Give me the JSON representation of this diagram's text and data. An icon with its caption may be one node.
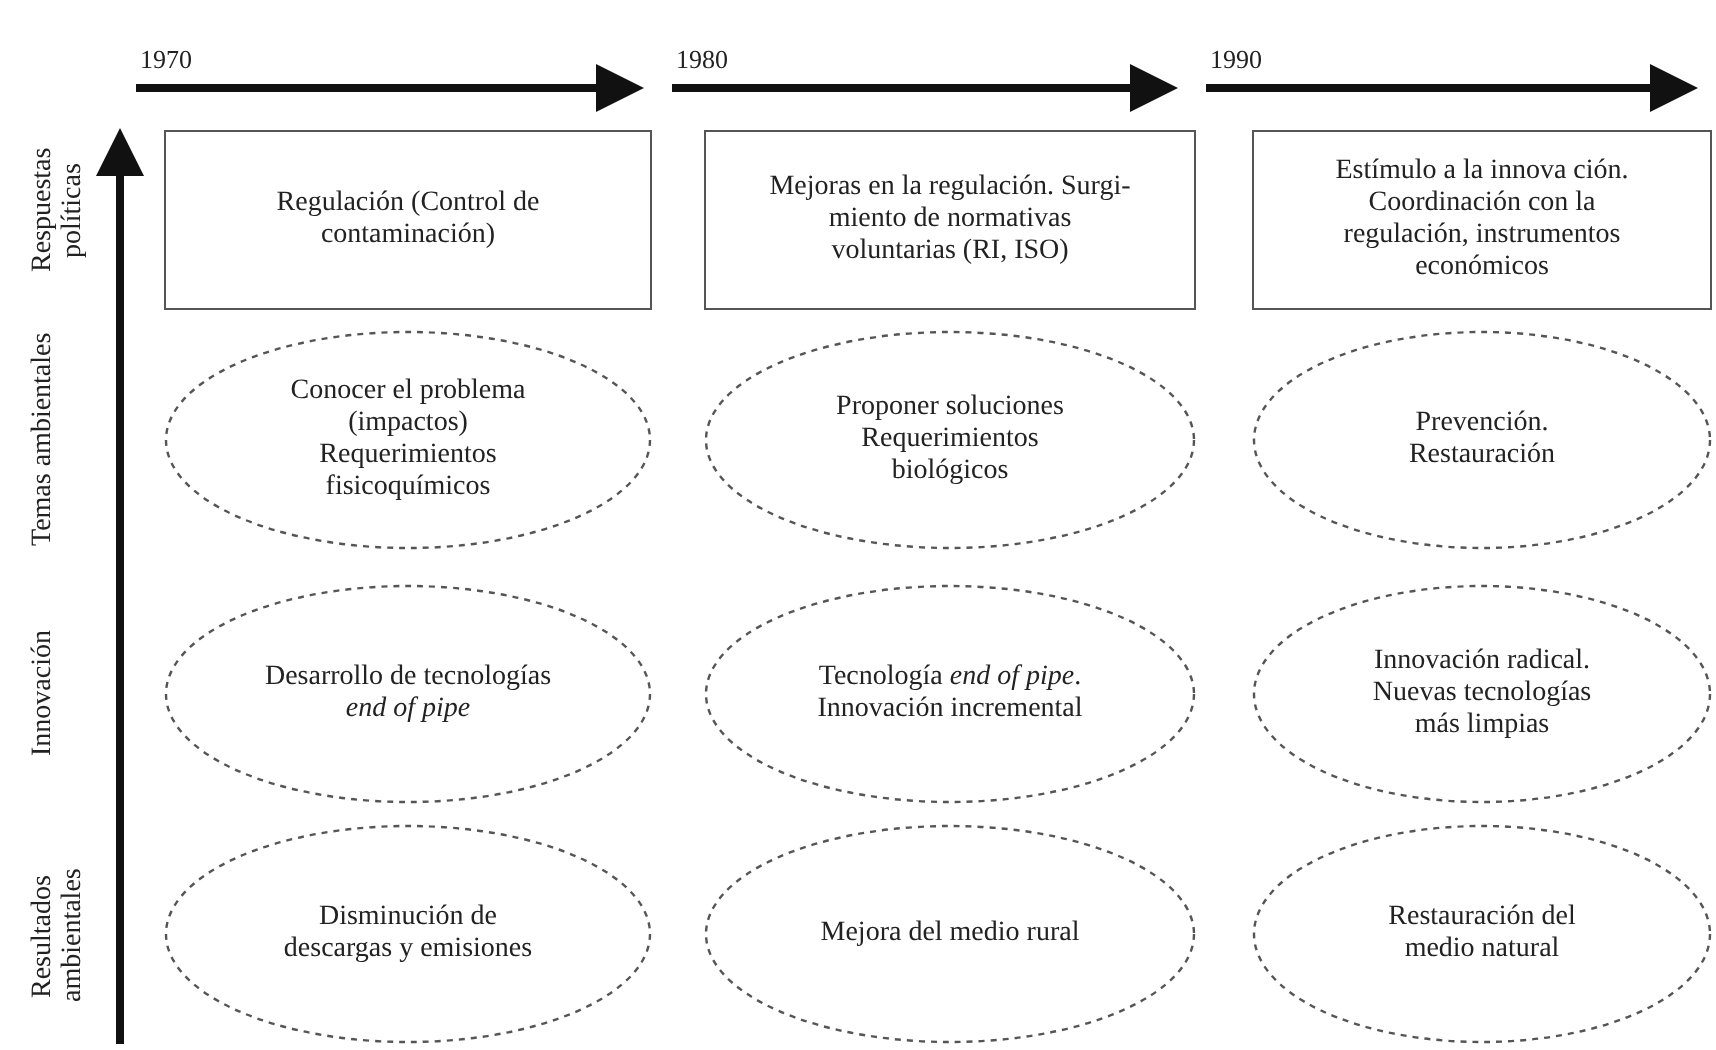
{
  "diagram": {
    "nodes": [
      {
        "text": [
          "Regulación (Control de contaminación)"
        ]
      },
      {
        "text": [
          "Mejoras en la regulación. Surgi- miento de normativas voluntarias (RI, ISO)"
        ]
      },
      {
        "text": [
          "Estímulo a la innova ción. Coordinación con la regulación, instrumentos económicos"
        ]
      },
      {
        "text": [
          "Conocer el problema (impactos) Requerimientos fisicoquímicos"
        ]
      },
      {
        "text": [
          "Proponer soluciones Requerimientos biológicos"
        ]
      },
      {
        "text": [
          "Prevención. Restauración"
        ]
      },
      {
        "text": [
          "Desarrollo de tecnologías *end of pipe*"
        ]
      },
      {
        "text": [
          "Tecnología *end of pipe*. Innovación incremental"
        ]
      },
      {
        "text": [
          "Innovación radical. Nuevas tecnologías más limpias"
        ]
      },
      {
        "text": [
          "Disminución de descargas y emisiones"
        ]
      },
      {
        "text": [
          "Mejora del medio rural"
        ]
      },
      {
        "text": [
          "Restauración del medio natural"
        ]
      }
    ],
    "edges": [],
    "labels": [
      "1970",
      "1980",
      "1990",
      "Respuestas políticas",
      "Temas ambientales",
      "Innovación",
      "Resultados ambientales"
    ]
  }
}
